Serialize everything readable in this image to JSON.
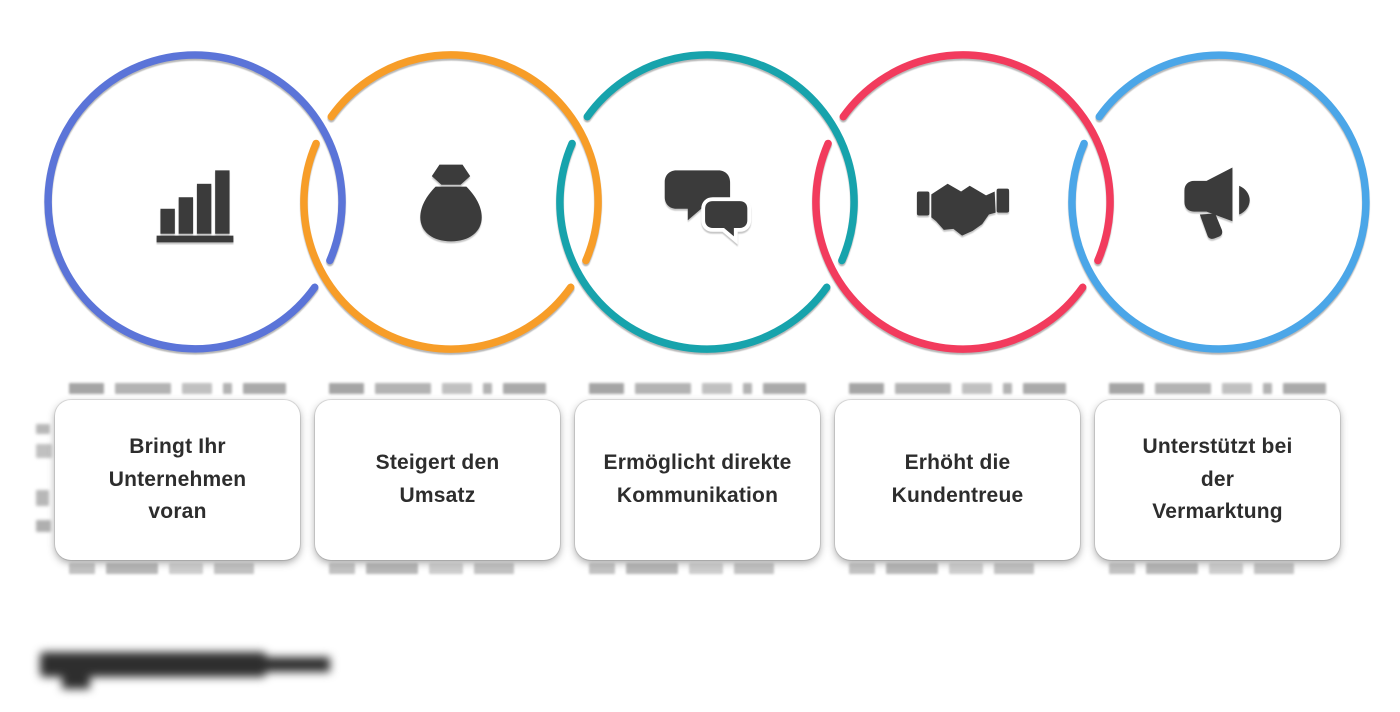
{
  "diagram": {
    "background": "#ffffff",
    "icon_color": "#3b3b3b",
    "text_color": "#2d2d2d",
    "ring_shadow_color": "#7d7d7d",
    "items": [
      {
        "label": "Bringt Ihr\nUnternehmen\nvoran",
        "ring_color": "#5b74d8",
        "icon": "bar-chart-growth-icon"
      },
      {
        "label": "Steigert den\nUmsatz",
        "ring_color": "#f79d28",
        "icon": "money-bag-icon"
      },
      {
        "label": "Ermöglicht direkte\nKommunikation",
        "ring_color": "#17a3ac",
        "icon": "chat-bubbles-icon"
      },
      {
        "label": "Erhöht die\nKundentreue",
        "ring_color": "#f23b5d",
        "icon": "handshake-icon"
      },
      {
        "label": "Unterstützt bei\nder\nVermarktung",
        "ring_color": "#4ba6e8",
        "icon": "megaphone-icon"
      }
    ],
    "footer": {
      "logo": "blurred-logo"
    }
  }
}
